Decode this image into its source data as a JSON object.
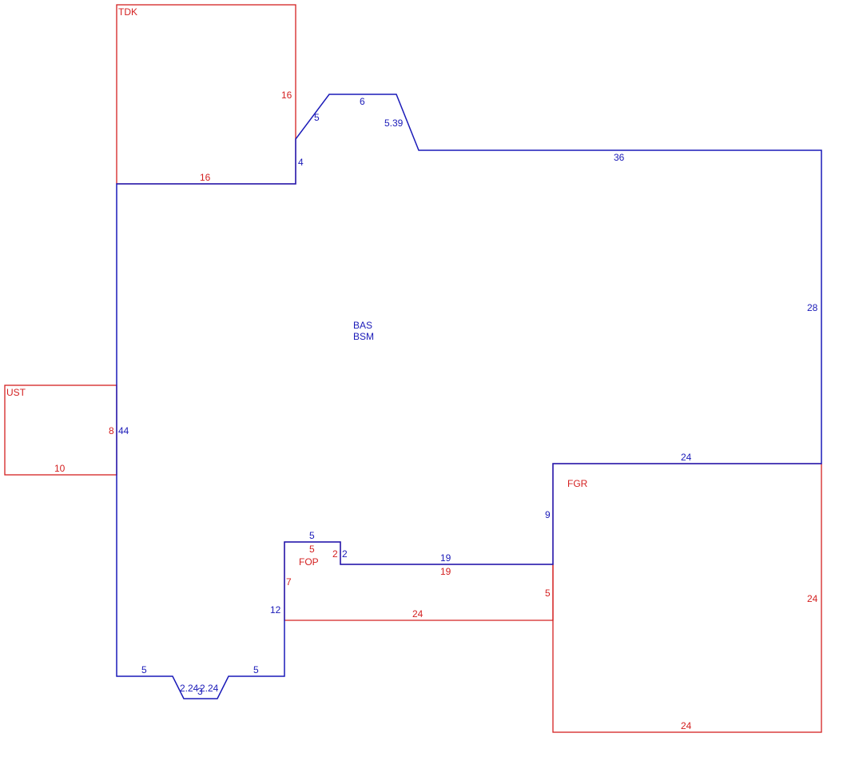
{
  "colors": {
    "structure": "#1a1ab8",
    "addition": "#d42020",
    "background": "#ffffff"
  },
  "areas": {
    "tdk": "TDK",
    "ust": "UST",
    "fgr": "FGR",
    "fop": "FOP",
    "bas": "BAS",
    "bsm": "BSM"
  },
  "dimensions": {
    "tdk_right": "16",
    "tdk_bottom": "16",
    "ust_right": "8",
    "ust_bottom": "10",
    "bas_left": "44",
    "bas_step": "4",
    "bas_diag_left": "5",
    "bas_top_small": "6",
    "bas_diag_right": "5.39",
    "bas_top": "36",
    "bas_right": "28",
    "bas_fgr_top": "24",
    "bas_fgr_left": "9",
    "bas_notch_top": "5",
    "bas_notch_step": "2",
    "bas_mid": "19",
    "bas_lower_left": "12",
    "bas_bottom_left": "5",
    "bas_bottom_right": "5",
    "bay_left": "2.24",
    "bay_right": "2.24",
    "bay_bottom": "3",
    "fop_top": "5",
    "fop_step": "2",
    "fop_mid": "19",
    "fop_left": "7",
    "fop_right": "5",
    "fop_bottom": "24",
    "fgr_right": "24",
    "fgr_bottom": "24"
  }
}
